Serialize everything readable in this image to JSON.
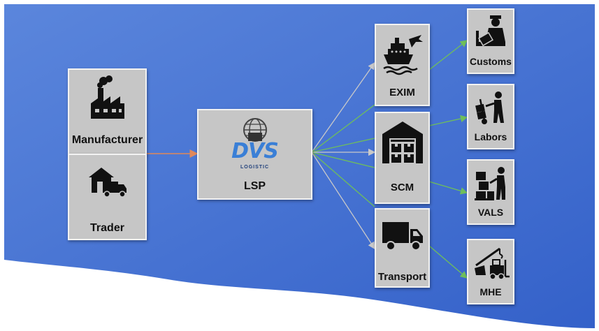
{
  "nodes": {
    "manufacturer": {
      "label": "Manufacturer",
      "icon": "factory-icon"
    },
    "trader": {
      "label": "Trader",
      "icon": "warehouse-truck-icon"
    },
    "lsp": {
      "label": "LSP",
      "logo_mark": "DVS",
      "logo_sub": "LOGISTIC",
      "icon": "dvs-logistic-logo"
    },
    "exim": {
      "label": "EXIM",
      "icon": "ship-plane-icon"
    },
    "scm": {
      "label": "SCM",
      "icon": "warehouse-boxes-icon"
    },
    "transport": {
      "label": "Transport",
      "icon": "truck-icon"
    },
    "customs": {
      "label": "Customs",
      "icon": "customs-officer-icon"
    },
    "labors": {
      "label": "Labors",
      "icon": "worker-hand-truck-icon"
    },
    "vals": {
      "label": "VALS",
      "icon": "worker-boxes-icon"
    },
    "mhe": {
      "label": "MHE",
      "icon": "crane-forklift-icon"
    }
  },
  "colors": {
    "background_blue": "#3f6fd1",
    "box_gray": "#c6c6c6",
    "arrow_orange": "#e0885a",
    "arrow_green": "#6fbf5a",
    "arrow_gray": "#c9c9c9"
  }
}
